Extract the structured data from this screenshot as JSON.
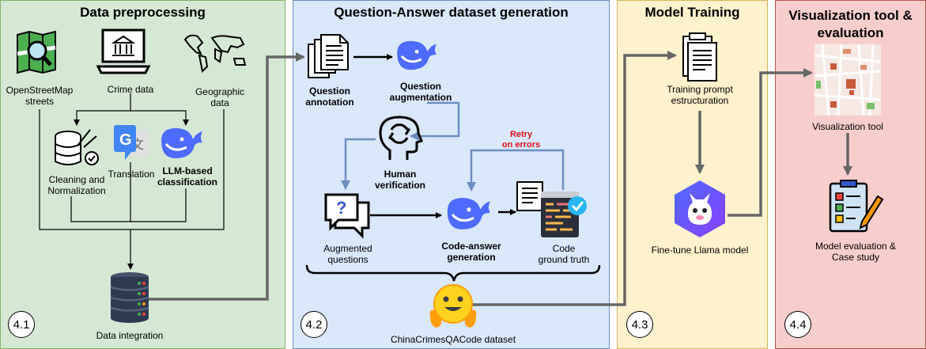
{
  "panels": {
    "preprocessing": {
      "title": "Data preprocessing",
      "badge": "4.1",
      "osm_label": "OpenStreetMap\nstreets",
      "crime_label": "Crime data",
      "geo_label": "Geographic\ndata",
      "cleaning_label": "Cleaning and\nNormalization",
      "translation_label": "Translation",
      "llm_label": "LLM-based\nclassification",
      "integration_label": "Data integration"
    },
    "qa": {
      "title": "Question-Answer dataset generation",
      "badge": "4.2",
      "annotation_label": "Question\nannotation",
      "augmentation_label": "Question\naugmentation",
      "human_label": "Human\nverification",
      "augmented_label": "Augmented\nquestions",
      "code_answer_label": "Code-answer\ngeneration",
      "retry_label": "Retry\non errors",
      "ground_truth_label": "Code\nground truth",
      "dataset_label": "ChinaCrimesQACode dataset"
    },
    "training": {
      "title": "Model Training",
      "badge": "4.3",
      "prompt_label": "Training prompt\nestructuration",
      "finetune_label": "Fine-tune Llama model"
    },
    "visualization": {
      "title": "Visualization tool &\nevaluation",
      "badge": "4.4",
      "tool_label": "Visualization tool",
      "eval_label": "Model evaluation &\nCase study"
    }
  },
  "colors": {
    "green_bg": "#d5e8d4",
    "green_border": "#82b366",
    "blue_bg": "#dae8fc",
    "blue_border": "#6c8ebf",
    "yellow_bg": "#fff2cc",
    "yellow_border": "#d6b656",
    "red_bg": "#f8cecc",
    "red_border": "#b85450",
    "retry": "#e0101a",
    "deepseek": "#4d6bfe"
  },
  "icons": [
    "map-icon",
    "laptop-bank-icon",
    "world-map-icon",
    "database-clean-icon",
    "google-translate-icon",
    "deepseek-whale-icon",
    "server-stack-icon",
    "documents-icon",
    "brain-cycle-icon",
    "question-chat-icon",
    "code-check-icon",
    "hugging-face-icon",
    "clipboard-icon",
    "llama-icon",
    "city-map-icon",
    "checklist-icon"
  ]
}
